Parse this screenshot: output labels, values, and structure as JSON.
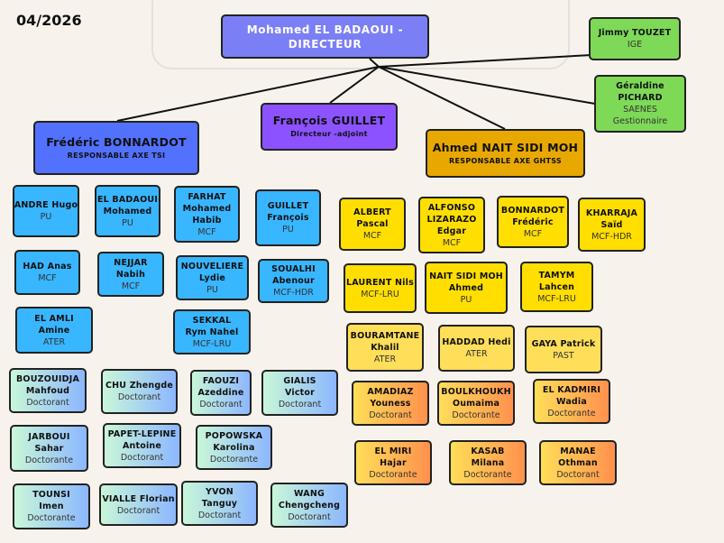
{
  "date": "04/2026",
  "colors": {
    "director": "#7b7ff5",
    "tsi": "#5271ff",
    "adjoint": "#8c52ff",
    "ghtss": "#e8a800",
    "staff": "#7ed957",
    "tsi_members": "#38b6ff",
    "ghtss_members": "#ffde00"
  },
  "leaders": [
    {
      "lines": [
        "Mohamed EL BADAOUI -",
        "DIRECTEUR"
      ],
      "role": ""
    },
    {
      "lines": [
        "Frédéric BONNARDOT"
      ],
      "role": "RESPONSABLE AXE TSI"
    },
    {
      "lines": [
        "François GUILLET"
      ],
      "role": "Directeur -adjoint"
    },
    {
      "lines": [
        "Ahmed NAIT SIDI MOH"
      ],
      "role": "RESPONSABLE AXE GHTSS"
    }
  ],
  "staff": [
    {
      "lines": [
        "Jimmy TOUZET"
      ],
      "role": "IGE"
    },
    {
      "lines": [
        "Géraldine",
        "PICHARD"
      ],
      "role": "SAENES Gestionnaire"
    }
  ],
  "tsi_members": [
    {
      "lines": [
        "ANDRE Hugo"
      ],
      "role": "PU"
    },
    {
      "lines": [
        "EL BADAOUI",
        "Mohamed"
      ],
      "role": "PU"
    },
    {
      "lines": [
        "FARHAT",
        "Mohamed",
        "Habib"
      ],
      "role": "MCF"
    },
    {
      "lines": [
        "GUILLET",
        "François"
      ],
      "role": "PU"
    },
    {
      "lines": [
        "HAD Anas"
      ],
      "role": "MCF"
    },
    {
      "lines": [
        "NEJJAR",
        "Nabih"
      ],
      "role": "MCF"
    },
    {
      "lines": [
        "NOUVELIERE",
        "Lydie"
      ],
      "role": "PU"
    },
    {
      "lines": [
        "SOUALHI",
        "Abenour"
      ],
      "role": "MCF-HDR"
    },
    {
      "lines": [
        "EL AMLI",
        "Amine"
      ],
      "role": "ATER"
    },
    {
      "lines": [
        "SEKKAL",
        "Rym Nahel"
      ],
      "role": "MCF-LRU"
    }
  ],
  "tsi_doctorants": [
    {
      "lines": [
        "BOUZOUIDJA",
        "Mahfoud"
      ],
      "role": "Doctorant"
    },
    {
      "lines": [
        "CHU Zhengde"
      ],
      "role": "Doctorant"
    },
    {
      "lines": [
        "FAOUZI",
        "Azeddine"
      ],
      "role": "Doctorant"
    },
    {
      "lines": [
        "GIALIS",
        "Victor"
      ],
      "role": "Doctorant"
    },
    {
      "lines": [
        "JARBOUI",
        "Sahar"
      ],
      "role": "Doctorante"
    },
    {
      "lines": [
        "PAPET-LEPINE",
        "Antoine"
      ],
      "role": "Doctorant"
    },
    {
      "lines": [
        "POPOWSKA",
        "Karolina"
      ],
      "role": "Doctorante"
    },
    {
      "lines": [
        "TOUNSI",
        "Imen"
      ],
      "role": "Doctorante"
    },
    {
      "lines": [
        "VIALLE Florian"
      ],
      "role": "Doctorant"
    },
    {
      "lines": [
        "YVON",
        "Tanguy"
      ],
      "role": "Doctorant"
    },
    {
      "lines": [
        "WANG",
        "Chengcheng"
      ],
      "role": "Doctorant"
    }
  ],
  "ghtss_members": [
    {
      "lines": [
        "ALBERT",
        "Pascal"
      ],
      "role": "MCF"
    },
    {
      "lines": [
        "ALFONSO",
        "LIZARAZO",
        "Edgar"
      ],
      "role": "MCF"
    },
    {
      "lines": [
        "BONNARDOT",
        "Frédéric"
      ],
      "role": "MCF"
    },
    {
      "lines": [
        "KHARRAJA",
        "Saïd"
      ],
      "role": "MCF-HDR"
    },
    {
      "lines": [
        "LAURENT Nils"
      ],
      "role": "MCF-LRU"
    },
    {
      "lines": [
        "NAIT SIDI MOH",
        "Ahmed"
      ],
      "role": "PU"
    },
    {
      "lines": [
        "TAMYM",
        "Lahcen"
      ],
      "role": "MCF-LRU"
    }
  ],
  "ghtss_others": [
    {
      "lines": [
        "BOURAMTANE",
        "Khalil"
      ],
      "role": "ATER"
    },
    {
      "lines": [
        "HADDAD Hedi"
      ],
      "role": "ATER"
    },
    {
      "lines": [
        "GAYA Patrick"
      ],
      "role": "PAST"
    }
  ],
  "ghtss_doctorants": [
    {
      "lines": [
        "AMADIAZ",
        "Youness"
      ],
      "role": "Doctorant"
    },
    {
      "lines": [
        "BOULKHOUKH",
        "Oumaima"
      ],
      "role": "Doctorante"
    },
    {
      "lines": [
        "EL KADMIRI",
        "Wadia"
      ],
      "role": "Doctorante"
    },
    {
      "lines": [
        "EL MIRI",
        "Hajar"
      ],
      "role": "Doctorante"
    },
    {
      "lines": [
        "KASAB",
        "Milana"
      ],
      "role": "Doctorante"
    },
    {
      "lines": [
        "MANAE",
        "Othman"
      ],
      "role": "Doctorant"
    }
  ]
}
